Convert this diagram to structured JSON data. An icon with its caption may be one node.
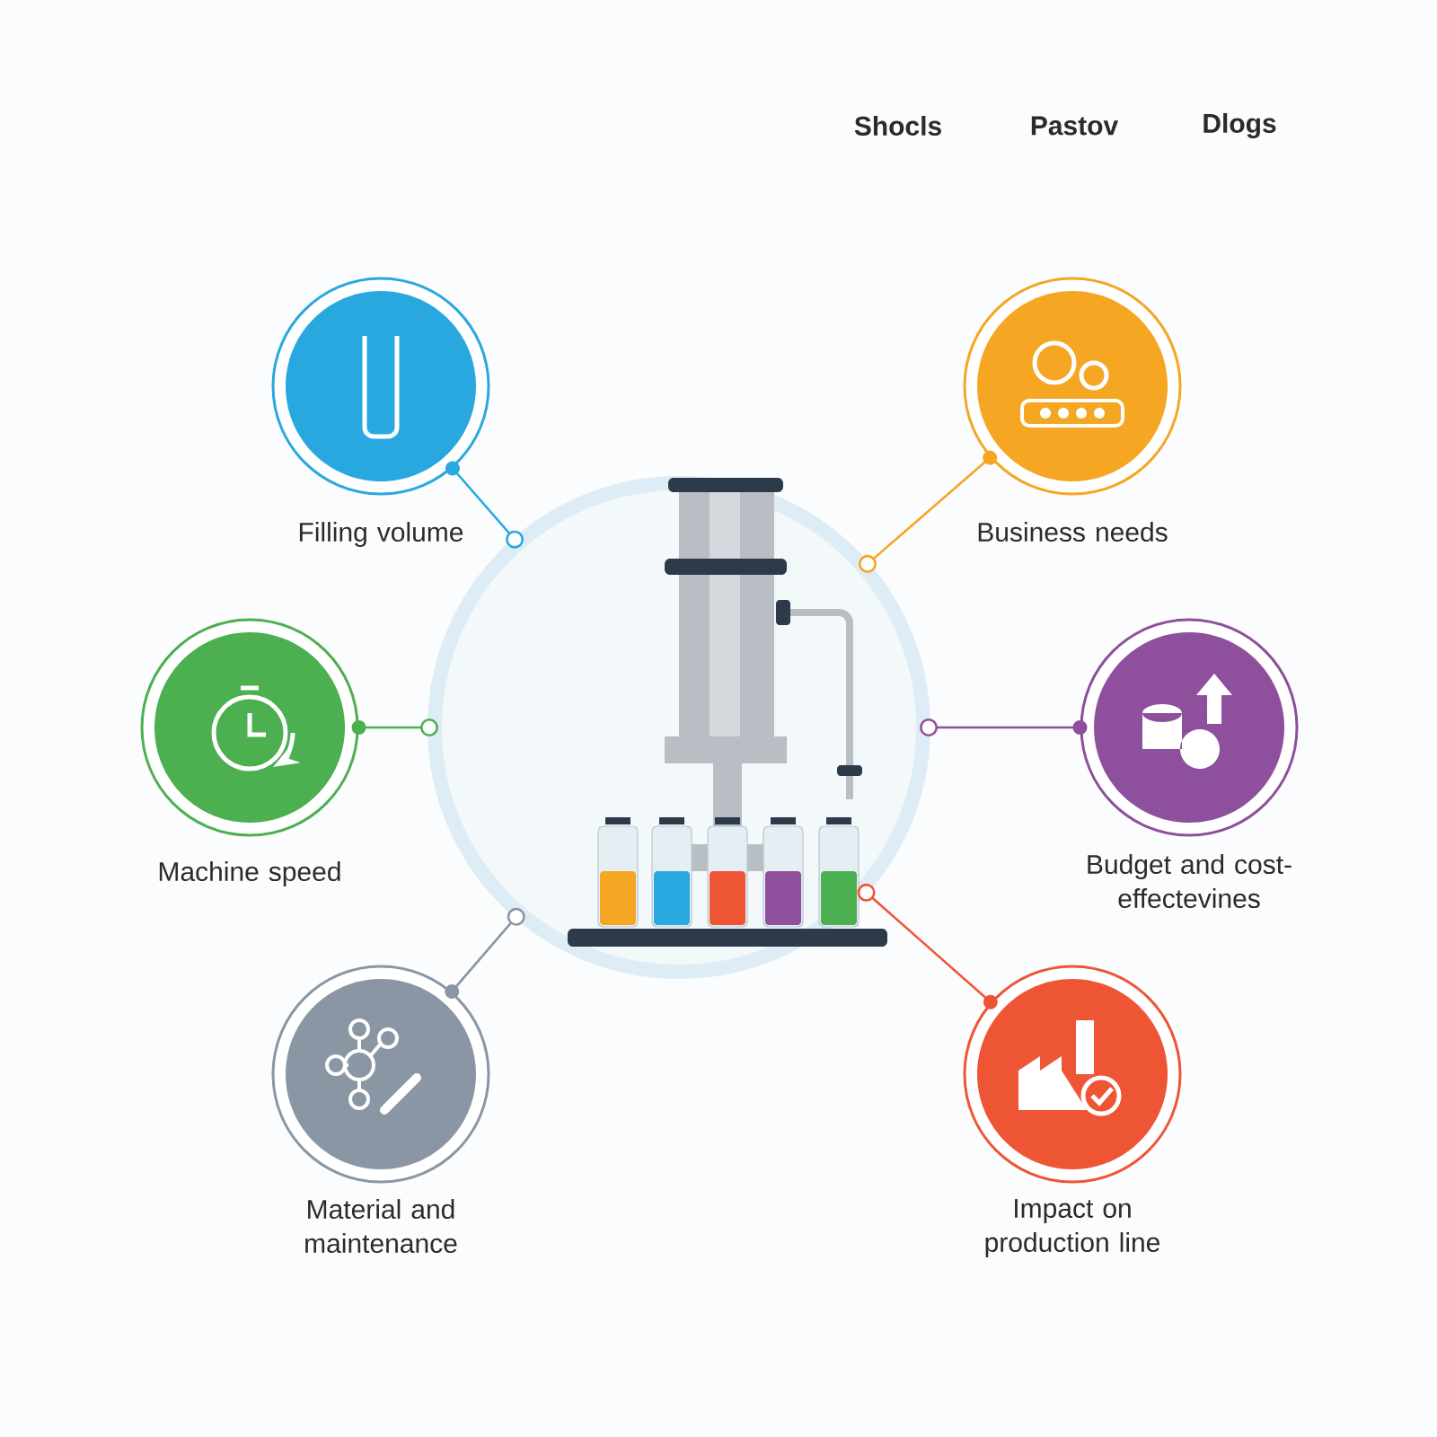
{
  "diagram": {
    "nodes": [
      {
        "text": [],
        "shape": "circle"
      },
      {
        "text": [
          "Filling volume"
        ]
      },
      {
        "text": [
          "Machine speed"
        ]
      },
      {
        "text": [
          "Material and maintenance"
        ]
      },
      {
        "text": [
          "Business needs"
        ]
      },
      {
        "text": [
          "Budget and cost-effectevines"
        ]
      },
      {
        "text": [
          "Impact on production line"
        ]
      }
    ],
    "edges": [
      {
        "from": 1,
        "to": 0,
        "arrow": "other",
        "color": "#29a8e0"
      },
      {
        "from": 2,
        "to": 0,
        "arrow": "other",
        "color": "#4caf50"
      },
      {
        "from": 3,
        "to": 0,
        "arrow": "other",
        "color": "#8a96a3"
      },
      {
        "from": 4,
        "to": 0,
        "arrow": "other",
        "color": "#f5a623"
      },
      {
        "from": 5,
        "to": 0,
        "arrow": "other",
        "color": "#8e4f9c"
      },
      {
        "from": 6,
        "to": 0,
        "arrow": "other",
        "color": "#ee5535"
      }
    ],
    "labels": [
      "Shocls",
      "Pastov",
      "Dlogs"
    ]
  }
}
